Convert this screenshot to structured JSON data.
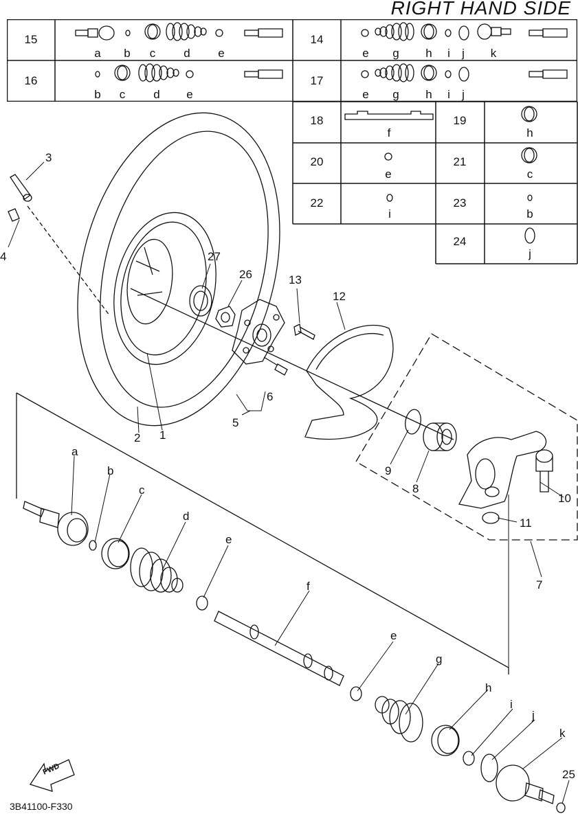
{
  "title": "RIGHT HAND SIDE",
  "kit_rows": [
    {
      "id": "15",
      "letters": [
        "a",
        "b",
        "c",
        "d",
        "e"
      ]
    },
    {
      "id": "14",
      "letters": [
        "e",
        "g",
        "h",
        "i",
        "j",
        "k"
      ]
    },
    {
      "id": "16",
      "letters": [
        "b",
        "c",
        "d",
        "e"
      ]
    },
    {
      "id": "17",
      "letters": [
        "e",
        "g",
        "h",
        "i",
        "j"
      ]
    }
  ],
  "small_kits": [
    {
      "id": "18",
      "letter": "f"
    },
    {
      "id": "19",
      "letter": "h"
    },
    {
      "id": "20",
      "letter": "e"
    },
    {
      "id": "21",
      "letter": "c"
    },
    {
      "id": "22",
      "letter": "i"
    },
    {
      "id": "23",
      "letter": "b"
    },
    {
      "id": "24",
      "letter": "j"
    }
  ],
  "callouts": {
    "c1": "1",
    "c2": "2",
    "c3": "3",
    "c4": "4",
    "c5": "5",
    "c6": "6",
    "c7": "7",
    "c8": "8",
    "c9": "9",
    "c10": "10",
    "c11": "11",
    "c12": "12",
    "c13": "13",
    "c25": "25",
    "c26": "26",
    "c27": "27",
    "la": "a",
    "lb": "b",
    "lc": "c",
    "ld": "d",
    "le1": "e",
    "lf": "f",
    "le2": "e",
    "lg": "g",
    "lh": "h",
    "li": "i",
    "lj": "j",
    "lk": "k"
  },
  "fwd_label": "FWD",
  "footer_code": "3B41100-F330"
}
